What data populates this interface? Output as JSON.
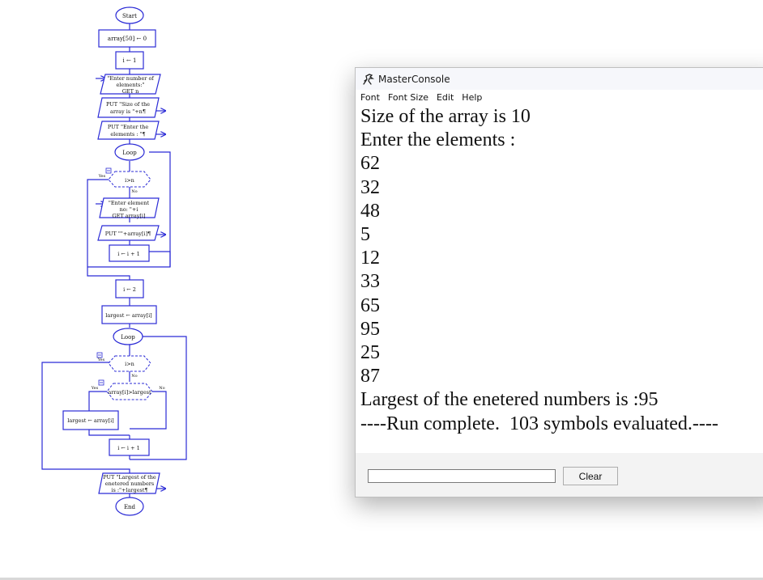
{
  "flowchart": {
    "start": "Start",
    "init_array": "array[50] ← 0",
    "init_i": "i ← 1",
    "input_n": [
      "\"Enter number of",
      "elements:\"",
      "GET n"
    ],
    "put_size": [
      "PUT \"Size of the",
      "array is \"+n¶"
    ],
    "put_enter": [
      "PUT \"Enter the",
      "elements : \"¶"
    ],
    "loop1": "Loop",
    "cond1": "i>n",
    "yes": "Yes",
    "no": "No",
    "input_element": [
      "\"Enter element",
      "no: \"+i",
      "GET array[i]"
    ],
    "put_element": "PUT \"\"+array[i]¶",
    "inc1": "i ← i + 1",
    "set_i2": "i ← 2",
    "largest_init": "largest ← array[i]",
    "loop2": "Loop",
    "cond2": "i>n",
    "cond3": "array[i]>largest",
    "assign_largest": "largest ← array[i]",
    "inc2": "i ← i + 1",
    "put_largest": [
      "PUT \"Largest of the",
      "enetered numbers",
      "is :\"+largest¶"
    ],
    "end": "End"
  },
  "console": {
    "title": "MasterConsole",
    "menu": [
      "Font",
      "Font Size",
      "Edit",
      "Help"
    ],
    "lines": [
      "Size of the array is 10",
      "Enter the elements :",
      "62",
      "32",
      "48",
      "5",
      "12",
      "33",
      "65",
      "95",
      "25",
      "87",
      "Largest of the enetered numbers is :95",
      "----Run complete.  103 symbols evaluated.----"
    ],
    "input_value": "",
    "clear_label": "Clear"
  },
  "colors": {
    "flow_line": "#2b2bd6",
    "window_shadow": "rgba(0,0,0,0.30)"
  }
}
